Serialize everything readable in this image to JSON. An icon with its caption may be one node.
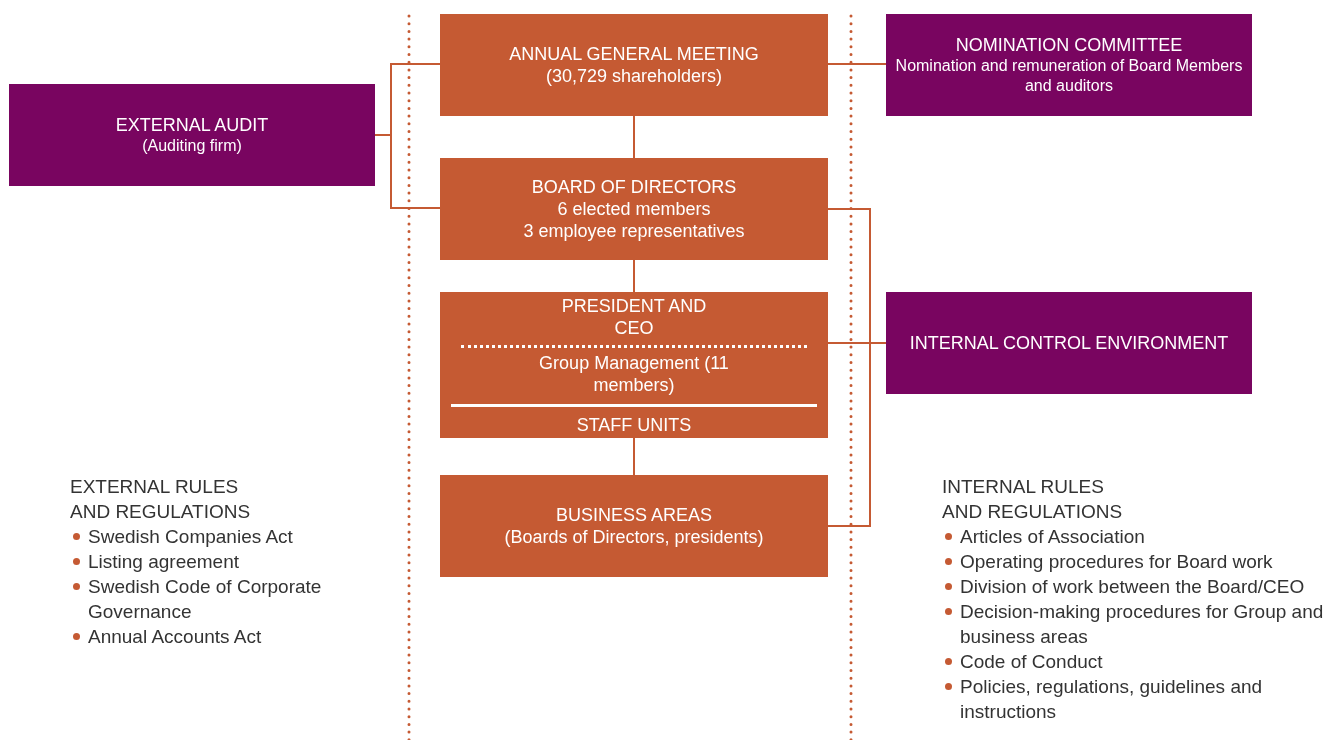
{
  "diagram": {
    "nodes": [
      {
        "text": [
          "ANNUAL GENERAL MEETING",
          "(30,729 shareholders)"
        ]
      },
      {
        "text": [
          "NOMINATION COMMITTEE",
          "Nomination and remuneration of Board Members and auditors"
        ]
      },
      {
        "text": [
          "EXTERNAL AUDIT",
          "(Auditing firm)"
        ]
      },
      {
        "text": [
          "BOARD OF DIRECTORS",
          "6 elected members",
          "3 employee representatives"
        ]
      },
      {
        "text": [
          "PRESIDENT AND CEO",
          "Group Management (11 members)",
          "STAFF UNITS"
        ]
      },
      {
        "text": [
          "INTERNAL CONTROL ENVIRONMENT"
        ]
      },
      {
        "text": [
          "BUSINESS AREAS",
          "(Boards of Directors, presidents)"
        ]
      }
    ],
    "edges": [
      {
        "from": 2,
        "to": 0,
        "arrow": "none"
      },
      {
        "from": 2,
        "to": 3,
        "arrow": "none"
      },
      {
        "from": 0,
        "to": 1,
        "arrow": "none"
      },
      {
        "from": 0,
        "to": 3,
        "arrow": "none"
      },
      {
        "from": 3,
        "to": 4,
        "arrow": "none"
      },
      {
        "from": 4,
        "to": 6,
        "arrow": "none"
      },
      {
        "from": 5,
        "to": 3,
        "arrow": "none"
      },
      {
        "from": 5,
        "to": 4,
        "arrow": "none"
      },
      {
        "from": 5,
        "to": 6,
        "arrow": "none"
      }
    ],
    "labels": [
      "EXTERNAL RULES AND REGULATIONS",
      "Swedish Companies Act",
      "Listing agreement",
      "Swedish Code of Corporate Governance",
      "Annual Accounts Act",
      "INTERNAL RULES AND REGULATIONS",
      "Articles of Association",
      "Operating procedures for Board work",
      "Division of work between the Board/CEO",
      "Decision-making procedures for Group and business areas",
      "Code of Conduct",
      "Policies, regulations, guidelines and instructions"
    ]
  }
}
